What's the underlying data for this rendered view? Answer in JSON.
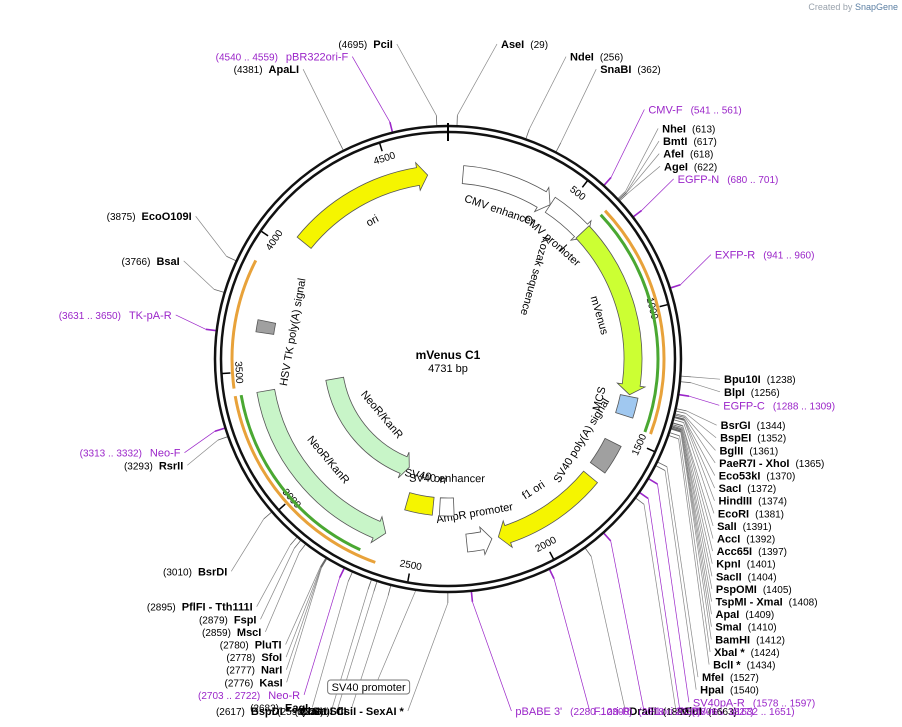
{
  "credit": {
    "prefix": "Created by",
    "brand": "SnapGene"
  },
  "plasmid": {
    "name": "mVenus C1",
    "length_label": "4731 bp",
    "length": 4731
  },
  "ticks": [
    {
      "pos": 500,
      "label": "500"
    },
    {
      "pos": 1000,
      "label": "1000"
    },
    {
      "pos": 1500,
      "label": "1500"
    },
    {
      "pos": 2000,
      "label": "2000"
    },
    {
      "pos": 2500,
      "label": "2500"
    },
    {
      "pos": 3000,
      "label": "3000"
    },
    {
      "pos": 3500,
      "label": "3500"
    },
    {
      "pos": 4000,
      "label": "4000"
    },
    {
      "pos": 4500,
      "label": "4500"
    }
  ],
  "features": [
    {
      "name": "CMV enhancer",
      "start": 61,
      "end": 440,
      "strand": 1,
      "color": "#ffffff",
      "lane": 1
    },
    {
      "name": "CMV promoter",
      "start": 441,
      "end": 644,
      "strand": 1,
      "color": "#ffffff",
      "lane": 1
    },
    {
      "name": "mVenus",
      "start": 613,
      "end": 1329,
      "strand": 1,
      "color": "#ccff33",
      "lane": 1
    },
    {
      "name": "MCS",
      "start": 1336,
      "end": 1416,
      "strand": 0,
      "color": "#a0c8f0",
      "lane": 1
    },
    {
      "name": "SV40 poly(A) signal",
      "start": 1535,
      "end": 1656,
      "strand": 0,
      "color": "#a0a0a0",
      "lane": 1
    },
    {
      "name": "f1 ori",
      "start": 1703,
      "end": 2158,
      "strand": 1,
      "color": "#f5f500",
      "lane": 1
    },
    {
      "name": "AmpR promoter",
      "start": 2185,
      "end": 2289,
      "strand": -1,
      "color": "#ffffff",
      "lane": 1
    },
    {
      "name": "SV40 enhancer",
      "start": 2336,
      "end": 2407,
      "strand": 0,
      "color": "#ffffff",
      "lane": 2
    },
    {
      "name": "SV40 ori",
      "start": 2441,
      "end": 2576,
      "strand": 0,
      "color": "#f5f500",
      "lane": 2
    },
    {
      "name": "NeoR/KanR",
      "start": 2624,
      "end": 3418,
      "strand": -1,
      "color": "#c8f5c8",
      "lane": 1
    },
    {
      "name": "NeoR/KanR",
      "start": 2624,
      "end": 3418,
      "strand": -1,
      "color": "#c8f5c8",
      "lane": 3
    },
    {
      "name": "HSV TK poly(A) signal",
      "start": 3654,
      "end": 3702,
      "strand": 0,
      "color": "#a0a0a0",
      "lane": 1
    },
    {
      "name": "ori",
      "start": 4060,
      "end": 4648,
      "strand": 1,
      "color": "#f5f500",
      "lane": 1
    }
  ],
  "interior_labels": [
    {
      "text": "Kozak sequence",
      "start": 600,
      "end": 612
    }
  ],
  "orfs": [
    {
      "start": 613,
      "end": 1450,
      "strand": 1,
      "lane": 1
    },
    {
      "start": 613,
      "end": 1450,
      "strand": 1,
      "lane": 2
    },
    {
      "start": 2624,
      "end": 3418,
      "strand": -1,
      "lane": 1
    },
    {
      "start": 2690,
      "end": 3418,
      "strand": -1,
      "lane": 2
    },
    {
      "start": 3445,
      "end": 3905,
      "strand": -1,
      "lane": 1
    }
  ],
  "sites": [
    {
      "name": "PciI",
      "pos": 4695,
      "label": "(4695)",
      "side": "left"
    },
    {
      "name": "AseI",
      "pos": 29,
      "label": "(29)",
      "side": "right"
    },
    {
      "name": "NdeI",
      "pos": 256,
      "label": "(256)",
      "side": "right"
    },
    {
      "name": "SnaBI",
      "pos": 362,
      "label": "(362)",
      "side": "right"
    },
    {
      "name": "NheI",
      "pos": 613,
      "label": "(613)",
      "side": "right"
    },
    {
      "name": "BmtI",
      "pos": 617,
      "label": "(617)",
      "side": "right"
    },
    {
      "name": "AfeI",
      "pos": 618,
      "label": "(618)",
      "side": "right"
    },
    {
      "name": "AgeI",
      "pos": 622,
      "label": "(622)",
      "side": "right"
    },
    {
      "name": "Bpu10I",
      "pos": 1238,
      "label": "(1238)",
      "side": "right"
    },
    {
      "name": "BlpI",
      "pos": 1256,
      "label": "(1256)",
      "side": "right"
    },
    {
      "name": "BsrGI",
      "pos": 1344,
      "label": "(1344)",
      "side": "right"
    },
    {
      "name": "BspEI",
      "pos": 1352,
      "label": "(1352)",
      "side": "right"
    },
    {
      "name": "BglII",
      "pos": 1361,
      "label": "(1361)",
      "side": "right"
    },
    {
      "name": "PaeR7I - XhoI",
      "pos": 1365,
      "label": "(1365)",
      "side": "right"
    },
    {
      "name": "Eco53kI",
      "pos": 1370,
      "label": "(1370)",
      "side": "right"
    },
    {
      "name": "SacI",
      "pos": 1372,
      "label": "(1372)",
      "side": "right"
    },
    {
      "name": "HindIII",
      "pos": 1374,
      "label": "(1374)",
      "side": "right"
    },
    {
      "name": "EcoRI",
      "pos": 1381,
      "label": "(1381)",
      "side": "right"
    },
    {
      "name": "SalI",
      "pos": 1391,
      "label": "(1391)",
      "side": "right"
    },
    {
      "name": "AccI",
      "pos": 1392,
      "label": "(1392)",
      "side": "right"
    },
    {
      "name": "Acc65I",
      "pos": 1397,
      "label": "(1397)",
      "side": "right"
    },
    {
      "name": "KpnI",
      "pos": 1401,
      "label": "(1401)",
      "side": "right"
    },
    {
      "name": "SacII",
      "pos": 1404,
      "label": "(1404)",
      "side": "right"
    },
    {
      "name": "PspOMI",
      "pos": 1405,
      "label": "(1405)",
      "side": "right"
    },
    {
      "name": "TspMI - XmaI",
      "pos": 1408,
      "label": "(1408)",
      "side": "right"
    },
    {
      "name": "ApaI",
      "pos": 1409,
      "label": "(1409)",
      "side": "right"
    },
    {
      "name": "SmaI",
      "pos": 1410,
      "label": "(1410)",
      "side": "right"
    },
    {
      "name": "BamHI",
      "pos": 1412,
      "label": "(1412)",
      "side": "right"
    },
    {
      "name": "XbaI *",
      "pos": 1424,
      "label": "(1424)",
      "side": "right"
    },
    {
      "name": "BclI *",
      "pos": 1434,
      "label": "(1434)",
      "side": "right"
    },
    {
      "name": "MfeI",
      "pos": 1527,
      "label": "(1527)",
      "side": "right"
    },
    {
      "name": "HpaI",
      "pos": 1540,
      "label": "(1540)",
      "side": "right"
    },
    {
      "name": "MluI",
      "pos": 1663,
      "label": "(1663)",
      "side": "right"
    },
    {
      "name": "DraIII",
      "pos": 1893,
      "label": "(1893)",
      "side": "right"
    },
    {
      "name": "CsiI - SexAI *",
      "pos": 2366,
      "label": "(2366)",
      "side": "left"
    },
    {
      "name": "SfiI",
      "pos": 2552,
      "label": "(2552)",
      "side": "left"
    },
    {
      "name": "StuI",
      "pos": 2598,
      "label": "(2598)",
      "side": "left"
    },
    {
      "name": "BspDI * - ClaI *",
      "pos": 2617,
      "label": "(2617)",
      "side": "left"
    },
    {
      "name": "EagI",
      "pos": 2683,
      "label": "(2683)",
      "side": "left"
    },
    {
      "name": "KasI",
      "pos": 2776,
      "label": "(2776)",
      "side": "left"
    },
    {
      "name": "NarI",
      "pos": 2777,
      "label": "(2777)",
      "side": "left"
    },
    {
      "name": "SfoI",
      "pos": 2778,
      "label": "(2778)",
      "side": "left"
    },
    {
      "name": "PluTI",
      "pos": 2780,
      "label": "(2780)",
      "side": "left"
    },
    {
      "name": "MscI",
      "pos": 2859,
      "label": "(2859)",
      "side": "left"
    },
    {
      "name": "FspI",
      "pos": 2879,
      "label": "(2879)",
      "side": "left"
    },
    {
      "name": "PflFI - Tth111I",
      "pos": 2895,
      "label": "(2895)",
      "side": "left"
    },
    {
      "name": "BsrDI",
      "pos": 3010,
      "label": "(3010)",
      "side": "left"
    },
    {
      "name": "RsrII",
      "pos": 3293,
      "label": "(3293)",
      "side": "left"
    },
    {
      "name": "BsaI",
      "pos": 3766,
      "label": "(3766)",
      "side": "left"
    },
    {
      "name": "EcoO109I",
      "pos": 3875,
      "label": "(3875)",
      "side": "left"
    },
    {
      "name": "ApaLI",
      "pos": 4381,
      "label": "(4381)",
      "side": "left"
    }
  ],
  "primers": [
    {
      "name": "pBR322ori-F",
      "range": "(4540 .. 4559)",
      "pos": 4550,
      "side": "left"
    },
    {
      "name": "CMV-F",
      "range": "(541 .. 561)",
      "pos": 551,
      "side": "right"
    },
    {
      "name": "EGFP-N",
      "range": "(680 .. 701)",
      "pos": 690,
      "side": "right"
    },
    {
      "name": "EXFP-R",
      "range": "(941 .. 960)",
      "pos": 950,
      "side": "right"
    },
    {
      "name": "EGFP-C",
      "range": "(1288 .. 1309)",
      "pos": 1298,
      "side": "right"
    },
    {
      "name": "SV40pA-R",
      "range": "(1578 .. 1597)",
      "pos": 1588,
      "side": "right"
    },
    {
      "name": "EBV-rev",
      "range": "(1632 .. 1651)",
      "pos": 1641,
      "side": "right"
    },
    {
      "name": "F1ori-F",
      "range": "(1806 .. 1827)",
      "pos": 1816,
      "side": "right"
    },
    {
      "name": "F1ori-R",
      "range": "(2018 .. 2037)",
      "pos": 2027,
      "side": "right"
    },
    {
      "name": "pBABE 3'",
      "range": "(2280 .. 2300)",
      "pos": 2290,
      "side": "right"
    },
    {
      "name": "Neo-R",
      "range": "(2703 .. 2722)",
      "pos": 2712,
      "side": "left"
    },
    {
      "name": "Neo-F",
      "range": "(3313 .. 3332)",
      "pos": 3322,
      "side": "left"
    },
    {
      "name": "TK-pA-R",
      "range": "(3631 .. 3650)",
      "pos": 3640,
      "side": "left"
    }
  ],
  "boxed_labels": [
    {
      "text": "SV40 promoter",
      "pos": 2470
    }
  ]
}
